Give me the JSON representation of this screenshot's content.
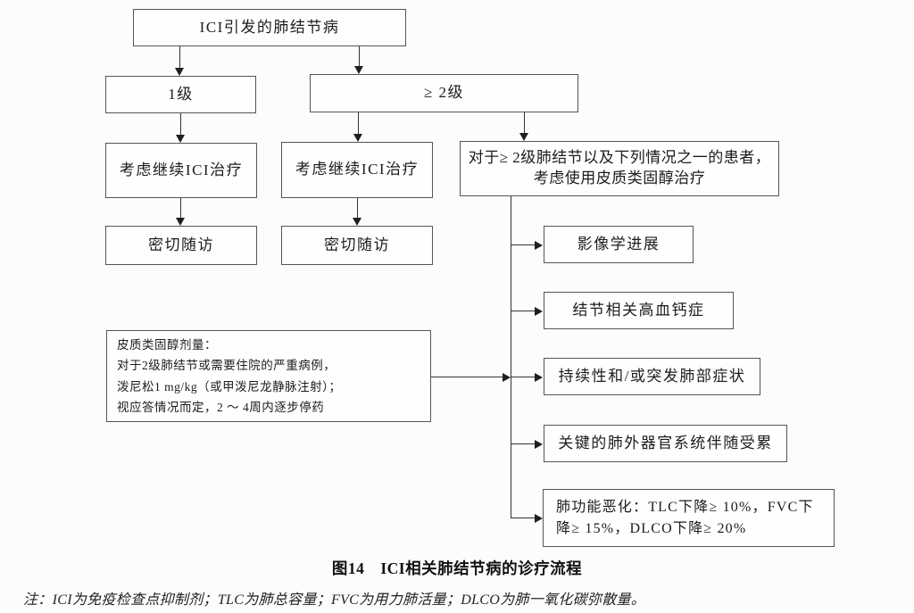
{
  "flowchart": {
    "root": "ICI引发的肺结节病",
    "grade1": "1级",
    "grade2": "≥ 2级",
    "continue_ici_1": "考虑继续ICI治疗",
    "continue_ici_2": "考虑继续ICI治疗",
    "close_followup_1": "密切随访",
    "close_followup_2": "密切随访",
    "steroid_box": {
      "line1": "对于≥ 2级肺结节以及下列情况之一的患者，",
      "line2": "考虑使用皮质类固醇治疗"
    },
    "conditions": [
      "影像学进展",
      "结节相关高血钙症",
      "持续性和/或突发肺部症状",
      "关键的肺外器官系统伴随受累",
      "肺功能恶化：TLC下降≥ 10%，FVC下降≥ 15%，DLCO下降≥ 20%"
    ],
    "dose_box": {
      "lines": [
        "皮质类固醇剂量：",
        "对于2级肺结节或需要住院的严重病例，",
        "泼尼松1 mg/kg（或甲泼尼龙静脉注射）；",
        "视应答情况而定，2 ～ 4周内逐步停药"
      ]
    }
  },
  "caption": "图14　ICI相关肺结节病的诊疗流程",
  "footnote": "注：ICI为免疫检查点抑制剂；TLC为肺总容量；FVC为用力肺活量；DLCO为肺一氧化碳弥散量。",
  "colors": {
    "line": "#333333",
    "border": "#555555",
    "text": "#1c1c1c",
    "background": "#fcfcfc"
  }
}
